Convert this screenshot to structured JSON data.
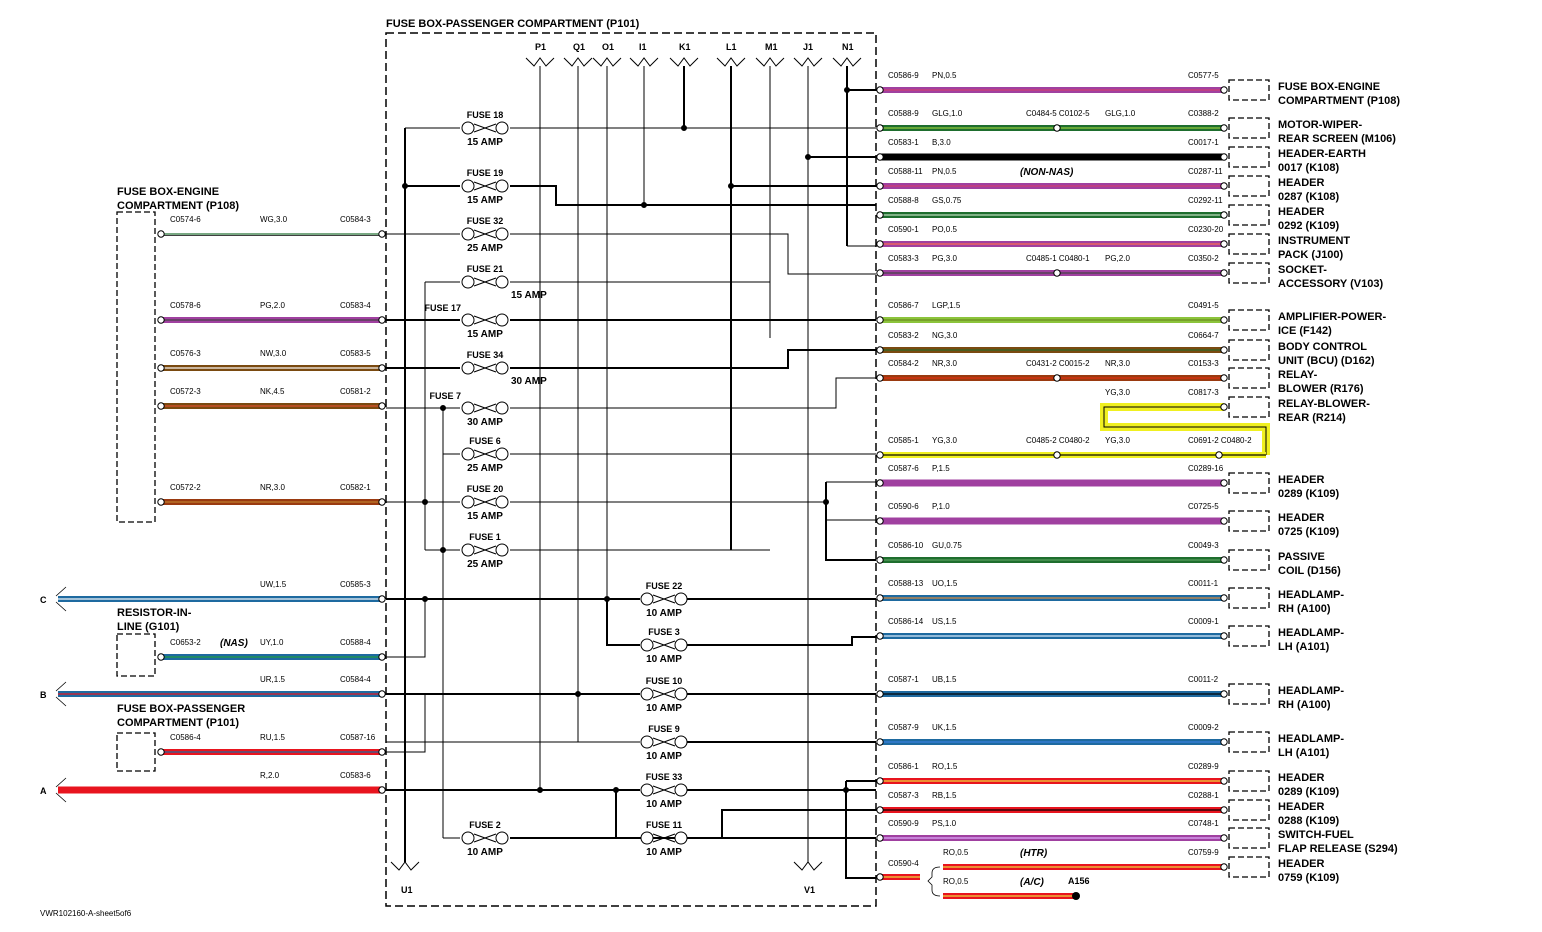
{
  "title": "FUSE BOX-PASSENGER COMPARTMENT (P101)",
  "footer": "VWR102160-A-sheet5of6",
  "colors": {
    "P": "#a040a0",
    "G": "#1e6e2e",
    "LG": "#8cc43c",
    "B": "#000000",
    "N": "#7a4a10",
    "NR": "#9a3a10",
    "Y": "#f0f020",
    "U": "#1e6aa0",
    "R": "#e8141e"
  },
  "top_pins": [
    "P1",
    "Q1",
    "O1",
    "I1",
    "K1",
    "L1",
    "M1",
    "J1",
    "N1"
  ],
  "bottom_pins": [
    "U1",
    "V1"
  ],
  "fuses": [
    {
      "name": "FUSE 18",
      "amp": "15 AMP"
    },
    {
      "name": "FUSE 19",
      "amp": "15 AMP"
    },
    {
      "name": "FUSE 32",
      "amp": "25 AMP"
    },
    {
      "name": "FUSE 21",
      "amp": "15 AMP"
    },
    {
      "name": "FUSE 17",
      "amp": "15 AMP"
    },
    {
      "name": "FUSE 34",
      "amp": "30 AMP"
    },
    {
      "name": "FUSE 7",
      "amp": "30 AMP"
    },
    {
      "name": "FUSE 6",
      "amp": "25 AMP"
    },
    {
      "name": "FUSE 20",
      "amp": "15 AMP"
    },
    {
      "name": "FUSE 1",
      "amp": "25 AMP"
    },
    {
      "name": "FUSE 22",
      "amp": "10 AMP"
    },
    {
      "name": "FUSE 3",
      "amp": "10 AMP"
    },
    {
      "name": "FUSE 10",
      "amp": "10 AMP"
    },
    {
      "name": "FUSE 9",
      "amp": "10 AMP"
    },
    {
      "name": "FUSE 33",
      "amp": "10 AMP"
    },
    {
      "name": "FUSE 11",
      "amp": "10 AMP"
    },
    {
      "name": "FUSE 2",
      "amp": "10 AMP"
    }
  ],
  "left_components": [
    {
      "line1": "FUSE BOX-ENGINE",
      "line2": "COMPARTMENT (P108)"
    },
    {
      "line1": "RESISTOR-IN-",
      "line2": "LINE (G101)"
    },
    {
      "line1": "FUSE BOX-PASSENGER",
      "line2": "COMPARTMENT (P101)"
    }
  ],
  "left_wires": [
    {
      "from": "C0574-6",
      "code": "WG,3.0",
      "to": "C0584-3"
    },
    {
      "from": "C0578-6",
      "code": "PG,2.0",
      "to": "C0583-4"
    },
    {
      "from": "C0576-3",
      "code": "NW,3.0",
      "to": "C0583-5"
    },
    {
      "from": "C0572-3",
      "code": "NK,4.5",
      "to": "C0581-2"
    },
    {
      "from": "C0572-2",
      "code": "NR,3.0",
      "to": "C0582-1"
    },
    {
      "from": "",
      "code": "UW,1.5",
      "to": "C0585-3",
      "letter": "C"
    },
    {
      "from": "C0653-2",
      "code": "UY,1.0",
      "to": "C0588-4",
      "note": "(NAS)"
    },
    {
      "from": "",
      "code": "UR,1.5",
      "to": "C0584-4",
      "letter": "B"
    },
    {
      "from": "C0586-4",
      "code": "RU,1.5",
      "to": "C0587-16"
    },
    {
      "from": "",
      "code": "R,2.0",
      "to": "C0583-6",
      "letter": "A"
    }
  ],
  "right_wires": [
    {
      "from": "C0586-9",
      "code": "PN,0.5",
      "to": "C0577-5"
    },
    {
      "from": "C0588-9",
      "code": "GLG,1.0",
      "splice": "C0484-5 C0102-5",
      "code2": "GLG,1.0",
      "to": "C0388-2"
    },
    {
      "from": "C0583-1",
      "code": "B,3.0",
      "to": "C0017-1"
    },
    {
      "from": "C0588-11",
      "code": "PN,0.5",
      "note": "(NON-NAS)",
      "to": "C0287-11"
    },
    {
      "from": "C0588-8",
      "code": "GS,0.75",
      "to": "C0292-11"
    },
    {
      "from": "C0590-1",
      "code": "PO,0.5",
      "to": "C0230-20"
    },
    {
      "from": "C0583-3",
      "code": "PG,3.0",
      "splice": "C0485-1 C0480-1",
      "code2": "PG,2.0",
      "to": "C0350-2"
    },
    {
      "from": "C0586-7",
      "code": "LGP,1.5",
      "to": "C0491-5"
    },
    {
      "from": "C0583-2",
      "code": "NG,3.0",
      "to": "C0664-7"
    },
    {
      "from": "C0584-2",
      "code": "NR,3.0",
      "splice": "C0431-2 C0015-2",
      "code2": "NR,3.0",
      "to": "C0153-3"
    },
    {
      "from": "",
      "code": "YG,3.0",
      "to": "C0817-3"
    },
    {
      "from": "C0585-1",
      "code": "YG,3.0",
      "splice": "C0485-2 C0480-2",
      "code2": "YG,3.0",
      "splice2": "C0691-2 C0480-2"
    },
    {
      "from": "C0587-6",
      "code": "P,1.5",
      "to": "C0289-16"
    },
    {
      "from": "C0590-6",
      "code": "P,1.0",
      "to": "C0725-5"
    },
    {
      "from": "C0586-10",
      "code": "GU,0.75",
      "to": "C0049-3"
    },
    {
      "from": "C0588-13",
      "code": "UO,1.5",
      "to": "C0011-1"
    },
    {
      "from": "C0586-14",
      "code": "US,1.5",
      "to": "C0009-1"
    },
    {
      "from": "C0587-1",
      "code": "UB,1.5",
      "to": "C0011-2"
    },
    {
      "from": "C0587-9",
      "code": "UK,1.5",
      "to": "C0009-2"
    },
    {
      "from": "C0586-1",
      "code": "RO,1.5",
      "to": "C0289-9"
    },
    {
      "from": "C0587-3",
      "code": "RB,1.5",
      "to": "C0288-1"
    },
    {
      "from": "C0590-9",
      "code": "PS,1.0",
      "to": "C0748-1"
    },
    {
      "from": "C0590-4",
      "code": "RO,0.5",
      "note": "(HTR)",
      "to": "C0759-9"
    },
    {
      "from": "",
      "code": "RO,0.5",
      "note": "(A/C)",
      "to": "A156"
    }
  ],
  "right_components": [
    {
      "line1": "FUSE BOX-ENGINE",
      "line2": "COMPARTMENT (P108)"
    },
    {
      "line1": "MOTOR-WIPER-",
      "line2": "REAR SCREEN (M106)"
    },
    {
      "line1": "HEADER-EARTH",
      "line2": "0017 (K108)"
    },
    {
      "line1": "HEADER",
      "line2": "0287 (K108)"
    },
    {
      "line1": "HEADER",
      "line2": "0292 (K109)"
    },
    {
      "line1": "INSTRUMENT",
      "line2": "PACK (J100)"
    },
    {
      "line1": "SOCKET-",
      "line2": "ACCESSORY (V103)"
    },
    {
      "line1": "AMPLIFIER-POWER-",
      "line2": "ICE (F142)"
    },
    {
      "line1": "BODY CONTROL",
      "line2": "UNIT (BCU) (D162)"
    },
    {
      "line1": "RELAY-",
      "line2": "BLOWER (R176)"
    },
    {
      "line1": "RELAY-BLOWER-",
      "line2": "REAR (R214)"
    },
    {
      "line1": "HEADER",
      "line2": "0289 (K109)"
    },
    {
      "line1": "HEADER",
      "line2": "0725 (K109)"
    },
    {
      "line1": "PASSIVE",
      "line2": "COIL (D156)"
    },
    {
      "line1": "HEADLAMP-",
      "line2": "RH (A100)"
    },
    {
      "line1": "HEADLAMP-",
      "line2": "LH (A101)"
    },
    {
      "line1": "HEADLAMP-",
      "line2": "RH (A100)"
    },
    {
      "line1": "HEADLAMP-",
      "line2": "LH (A101)"
    },
    {
      "line1": "HEADER",
      "line2": "0289 (K109)"
    },
    {
      "line1": "HEADER",
      "line2": "0288 (K109)"
    },
    {
      "line1": "SWITCH-FUEL",
      "line2": "FLAP RELEASE (S294)"
    },
    {
      "line1": "HEADER",
      "line2": "0759 (K109)"
    }
  ]
}
